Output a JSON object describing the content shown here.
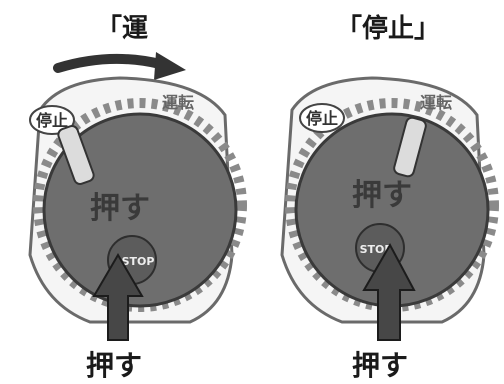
{
  "left_panel": {
    "title": "「運",
    "stop_tag": "停止",
    "run_label": "運転",
    "knob_text": "押す",
    "button_text": "STOP",
    "caption": "押す"
  },
  "right_panel": {
    "title": "「停止」",
    "stop_tag": "停止",
    "run_label": "運転",
    "knob_text": "押す",
    "button_text": "STOP",
    "caption": "押す"
  },
  "colors": {
    "knob": "#6e6e6e",
    "knob_dark": "#4a4a4a",
    "arrow": "#474747",
    "body": "#f4f4f4",
    "rotation_arrow": "#333333"
  },
  "icons": [
    "rotate-clockwise-arrow-icon",
    "push-up-arrow-icon"
  ]
}
